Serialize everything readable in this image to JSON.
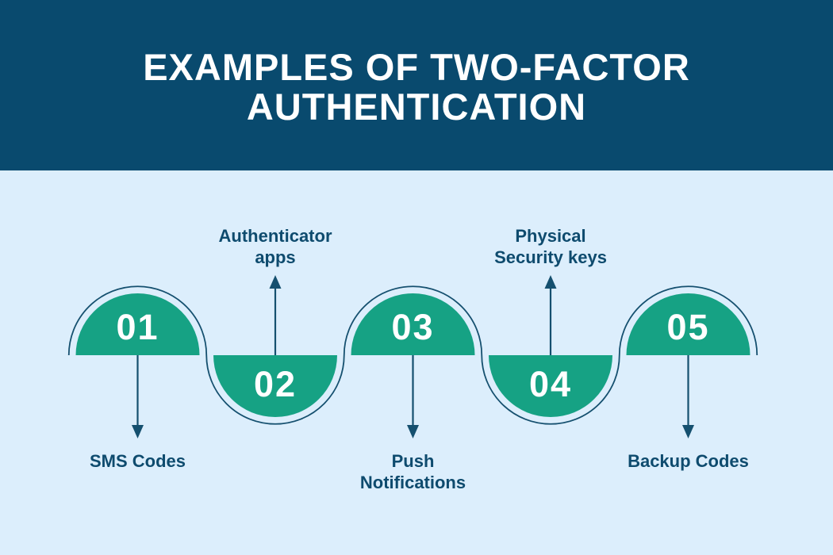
{
  "title": {
    "lines": [
      "EXAMPLES OF TWO-FACTOR",
      "AUTHENTICATION"
    ]
  },
  "items": [
    {
      "number": "01",
      "label": "SMS Codes",
      "label_position": "below",
      "shape": "dome"
    },
    {
      "number": "02",
      "label": "Authenticator\napps",
      "label_position": "above",
      "shape": "bowl"
    },
    {
      "number": "03",
      "label": "Push\nNotifications",
      "label_position": "below",
      "shape": "dome"
    },
    {
      "number": "04",
      "label": "Physical\nSecurity keys",
      "label_position": "above",
      "shape": "bowl"
    },
    {
      "number": "05",
      "label": "Backup Codes",
      "label_position": "below",
      "shape": "dome"
    }
  ],
  "colors": {
    "header_bg": "#094A6E",
    "page_bg": "#DCEEFC",
    "green": "#16A284",
    "navy": "#15506F",
    "text_navy": "#0E4B6E",
    "white": "#FFFFFF"
  }
}
